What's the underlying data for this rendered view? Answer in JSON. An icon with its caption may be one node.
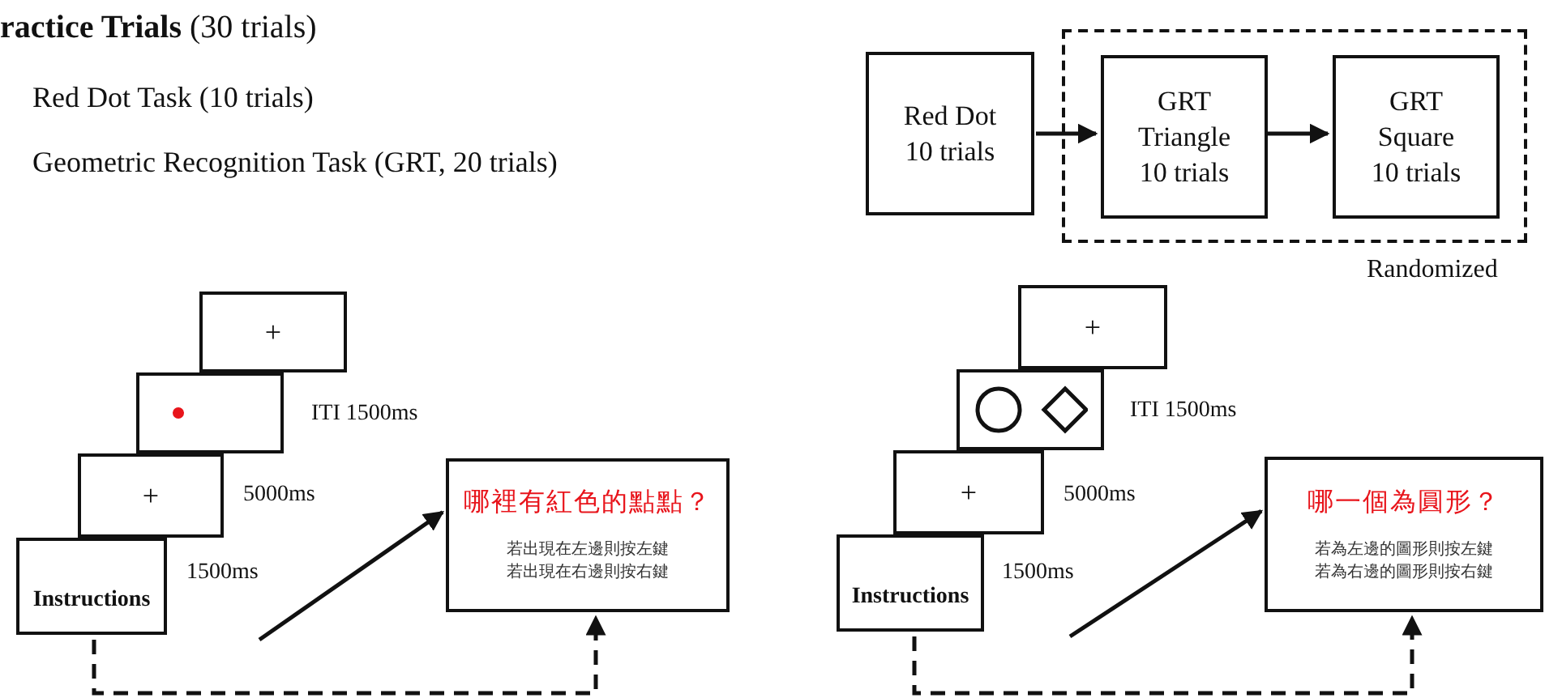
{
  "diagram": {
    "title": "**ractice Trials** (30 trials)",
    "nodes": [
      {
        "text": [
          "Red Dot 10 trials"
        ]
      },
      {
        "text": [
          "Randomized"
        ]
      },
      {
        "text": [
          "GRT Triangle 10 trials"
        ],
        "in": 1
      },
      {
        "text": [
          "GRT Square 10 trials"
        ],
        "in": 1
      },
      {
        "text": [
          "Instructions"
        ],
        "beside": [
          "1500ms"
        ]
      },
      {
        "text": [
          "+"
        ],
        "beside": [
          "5000ms"
        ]
      },
      {
        "text": [],
        "shape": "box"
      },
      {
        "text": [
          "+"
        ]
      },
      {
        "text": [
          "哪裡有紅色的點點？",
          "若出現在左邊則按左鍵",
          "若出現在右邊則按右鍵"
        ]
      },
      {
        "text": [
          "Instructions"
        ],
        "beside": [
          "1500ms"
        ]
      },
      {
        "text": [
          "+"
        ],
        "beside": [
          "5000ms"
        ]
      },
      {
        "text": [],
        "shape": "box"
      },
      {
        "text": [
          "+"
        ]
      },
      {
        "text": [
          "哪一個為圓形？",
          "若為左邊的圖形則按左鍵",
          "若為右邊的圖形則按右鍵"
        ]
      }
    ],
    "edges": [
      {
        "from": 0,
        "to": 2,
        "arrow": "to"
      },
      {
        "from": 2,
        "to": 3,
        "arrow": "to"
      },
      {
        "from": null,
        "to": 8,
        "arrow": "to"
      },
      {
        "from": 4,
        "to": 8,
        "arrow": "to",
        "style": "dashed"
      },
      {
        "from": null,
        "to": 13,
        "arrow": "to"
      },
      {
        "from": 9,
        "to": 13,
        "arrow": "to",
        "style": "dashed"
      }
    ],
    "labels": [
      "Red Dot Task (10 trials)",
      "Geometric Recognition Task (GRT, 20 trials)",
      "ITI 1500ms",
      "ITI 1500ms"
    ]
  }
}
